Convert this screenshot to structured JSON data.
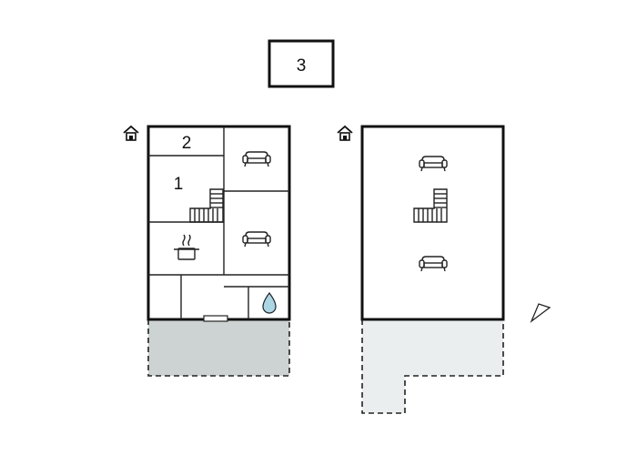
{
  "floor_badge": "3",
  "rooms": {
    "room_1": "1",
    "room_2": "2"
  },
  "icons": {
    "entrance": "house-icon",
    "sofa": "sofa-icon",
    "stairs": "stairs-icon",
    "kitchen": "cooking-pot-icon",
    "bathroom": "water-drop-icon",
    "compass": "north-arrow-icon"
  },
  "colors": {
    "wall": "#111111",
    "terrace_left": "#cdd3d3",
    "terrace_right": "#eaeeee",
    "water": "#a9d6e5"
  }
}
